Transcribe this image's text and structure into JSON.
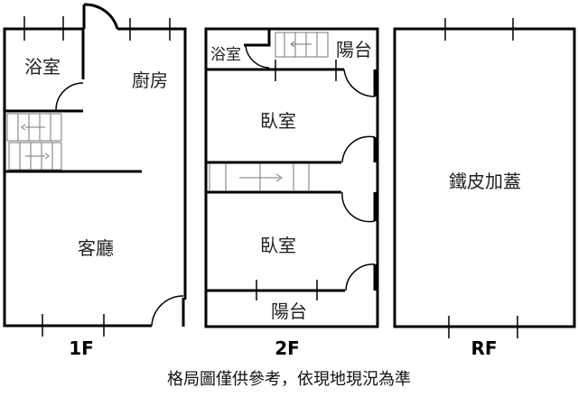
{
  "floors": [
    {
      "label": "1F",
      "rooms": [
        "浴室",
        "廚房",
        "客廳"
      ]
    },
    {
      "label": "2F",
      "rooms": [
        "浴室",
        "陽台",
        "臥室",
        "臥室",
        "陽台"
      ]
    },
    {
      "label": "RF",
      "rooms": [
        "鐵皮加蓋"
      ]
    }
  ],
  "footer_note": "格局圖僅供參考，依現地現況為準"
}
